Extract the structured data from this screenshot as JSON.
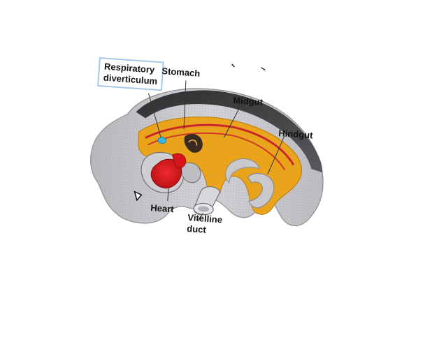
{
  "figure": {
    "labels": {
      "respiratory_line1": "Respiratory",
      "respiratory_line2": "diverticulum",
      "stomach": "Stomach",
      "midgut": "Midgut",
      "hindgut": "Hindgut",
      "heart": "Heart",
      "vitelline_line1": "Vitelline",
      "vitelline_line2": "duct"
    },
    "colors": {
      "embryo_gray": "#c4c4c8",
      "dark_band": "#3a3a3c",
      "gut_yellow": "#e9a41c",
      "vessel_red": "#c8262c",
      "heart_red": "#d4151c",
      "diverticulum_blue": "#39b6e3",
      "label_box_border": "#a9c7e6"
    }
  }
}
